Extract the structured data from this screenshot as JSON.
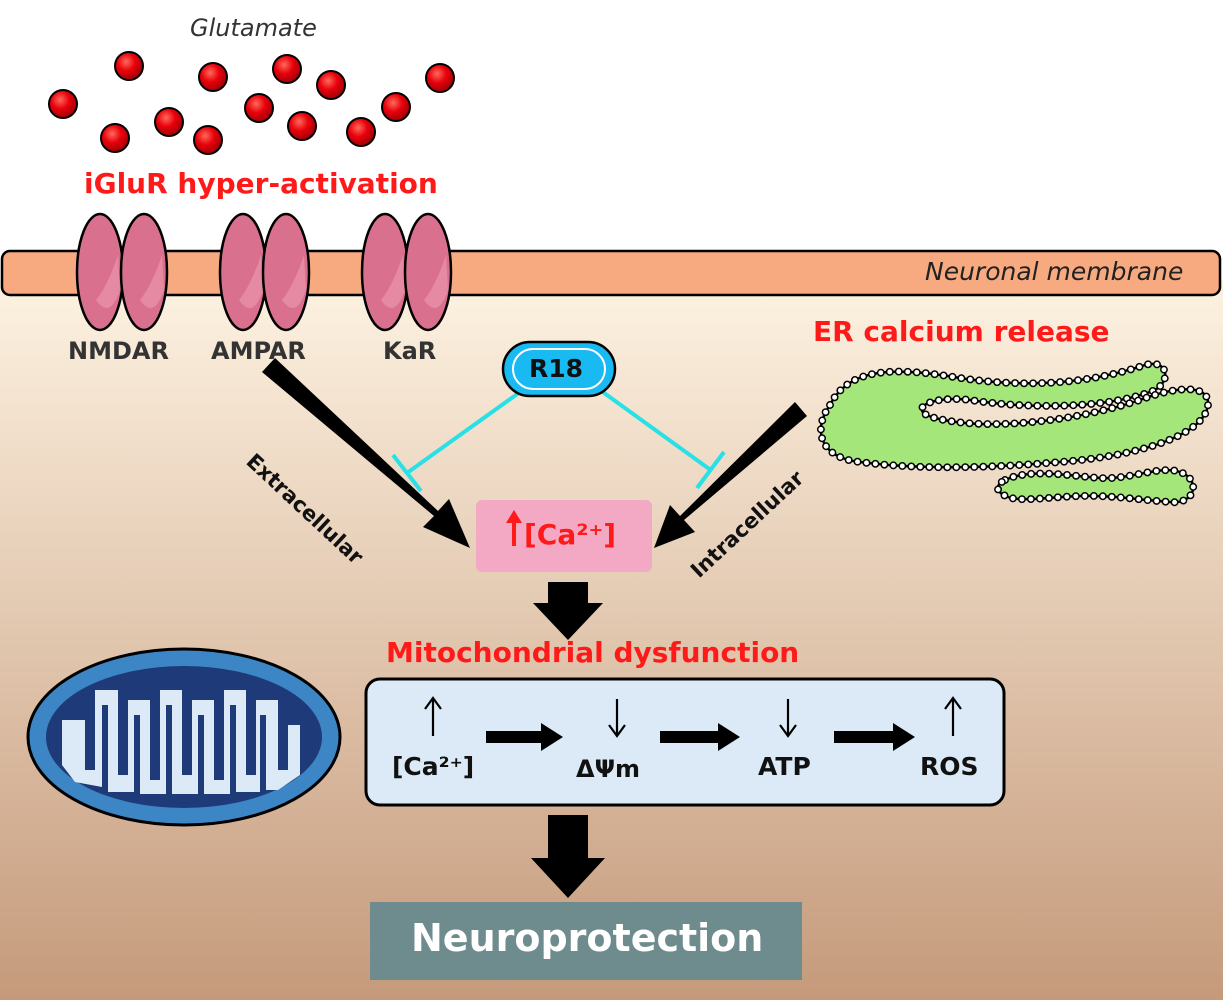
{
  "glutamate_label": "Glutamate",
  "igluR_label": "iGluR hyper-activation",
  "membrane_label": "Neuronal membrane",
  "receptors": [
    "NMDAR",
    "AMPAR",
    "KaR"
  ],
  "er_label": "ER calcium release",
  "drug_label": "R18",
  "extracellular_label": "Extracellular",
  "intracellular_label": "Intracellular",
  "calcium_box": "[Ca²⁺]",
  "mito_title": "Mitochondrial dysfunction",
  "mito_steps": [
    {
      "label": "[Ca²⁺]",
      "direction": "up"
    },
    {
      "label": "ΔΨm",
      "direction": "down"
    },
    {
      "label": "ATP",
      "direction": "down"
    },
    {
      "label": "ROS",
      "direction": "up"
    }
  ],
  "outcome_label": "Neuroprotection",
  "colors": {
    "red_text": "#ff1a1a",
    "glutamate": "#e8000b",
    "membrane": "#f7a980",
    "receptor": "#d9708e",
    "drug": "#19b9f2",
    "inhibit_line": "#28e0e6",
    "calcium_box": "#f3a8c4",
    "er": "#a4e67a",
    "mito_outer": "#3d86c6",
    "mito_inner": "#1f3a78",
    "mito_box": "#dbeaf6",
    "outcome_box": "#6e8b8d",
    "cell_top": "#fdf2e1",
    "cell_bottom": "#c59a7b"
  }
}
